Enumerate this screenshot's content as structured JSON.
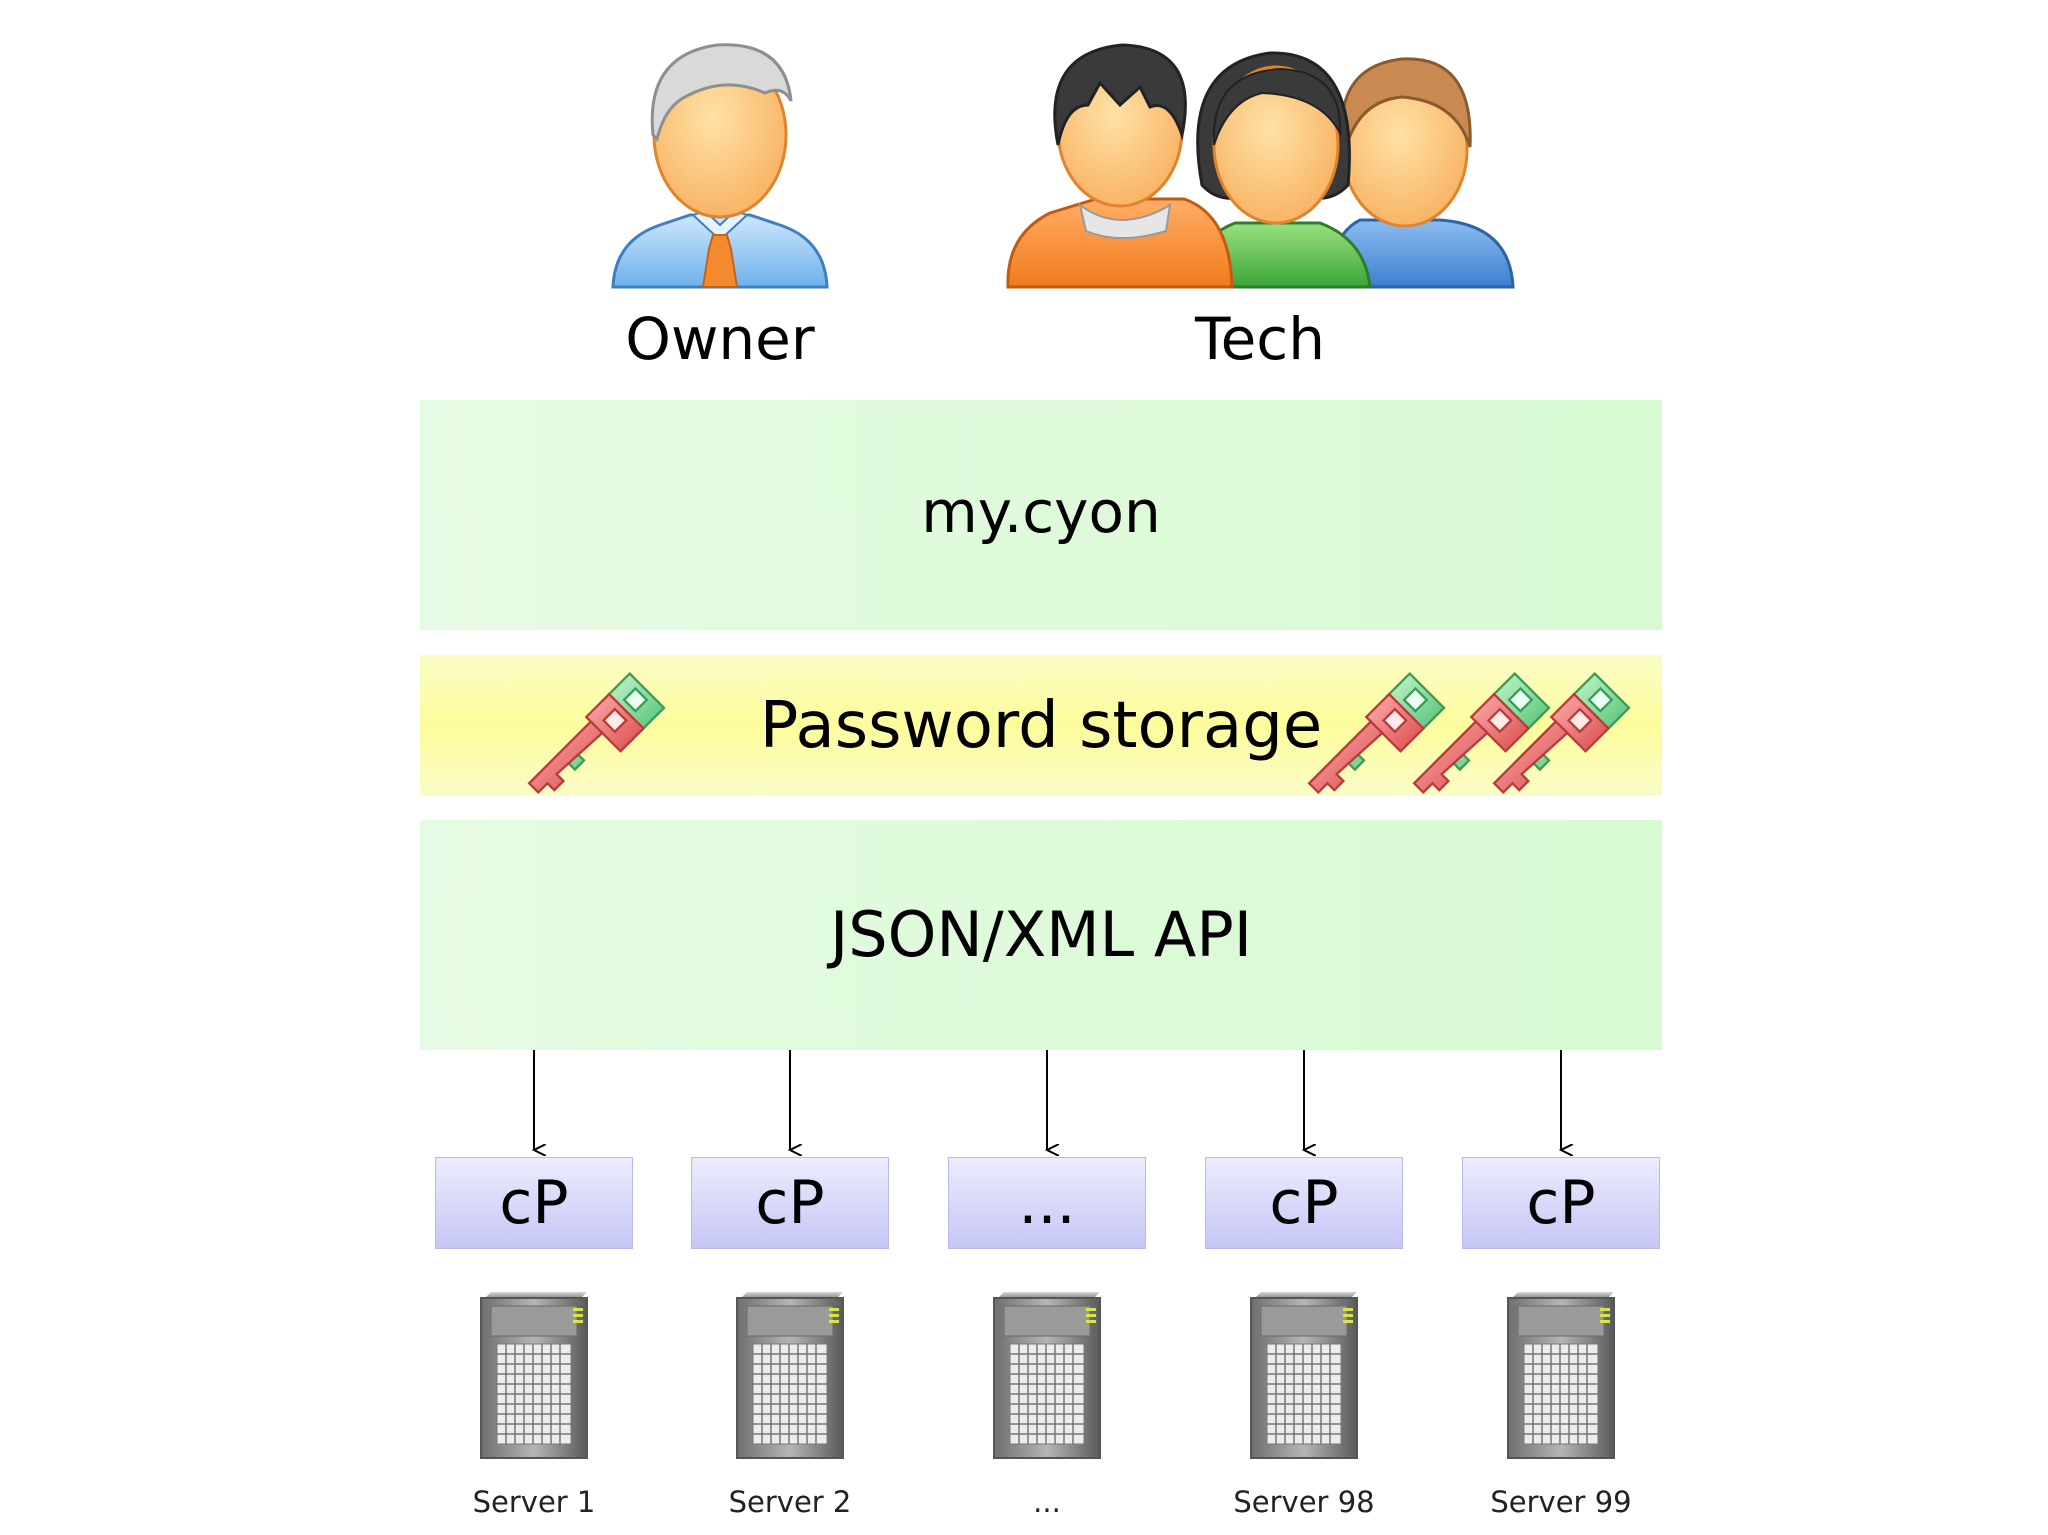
{
  "roles": {
    "owner_label": "Owner",
    "tech_label": "Tech"
  },
  "layers": {
    "top": "my.cyon",
    "middle": "Password storage",
    "bottom": "JSON/XML API"
  },
  "panels": [
    {
      "label": "cP"
    },
    {
      "label": "cP"
    },
    {
      "label": "..."
    },
    {
      "label": "cP"
    },
    {
      "label": "cP"
    }
  ],
  "servers": [
    {
      "label": "Server 1"
    },
    {
      "label": "Server 2"
    },
    {
      "label": "..."
    },
    {
      "label": "Server 98"
    },
    {
      "label": "Server 99"
    }
  ],
  "icons": {
    "owner": "businessman-icon",
    "tech": "user-group-icon",
    "key": "key-pair-icon",
    "server": "server-tower-icon"
  },
  "colors": {
    "layer_green": "#d9fbd5",
    "storage_yellow": "#fdfca6",
    "panel_blue": "#c6c6f6",
    "key_red": "#e05a5a",
    "key_green": "#6fd48a"
  }
}
